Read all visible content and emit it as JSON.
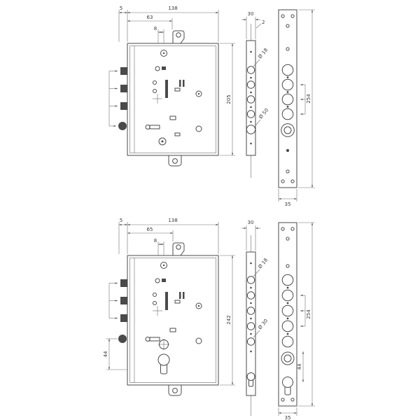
{
  "colors": {
    "line": "#4a4a4a",
    "dim": "#707070",
    "text": "#3a3a3a",
    "bg": "#ffffff"
  },
  "top_assembly": {
    "dims": {
      "d5": "5",
      "d138": "138",
      "d63": "63",
      "d8": "8",
      "d205": "205",
      "d30": "30",
      "d2": "2",
      "dia_small": "Ø 18",
      "dia_large": "Ø 50",
      "d254": "254",
      "d35": "35"
    }
  },
  "bottom_assembly": {
    "dims": {
      "d5": "5",
      "d138": "138",
      "d65": "65",
      "d8": "8",
      "d242": "242",
      "d44_left": "44",
      "d30": "30",
      "dia_small": "Ø 18",
      "dia_large": "Ø 30",
      "d254": "254",
      "d44_right": "44",
      "d35": "35"
    }
  }
}
